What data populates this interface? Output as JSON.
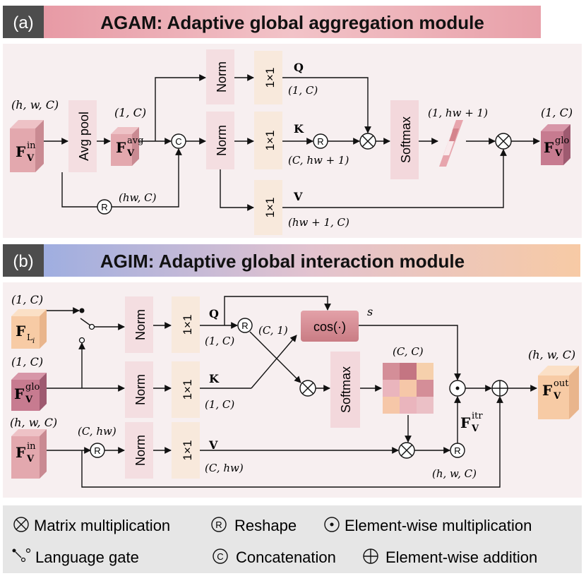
{
  "panel_a": {
    "tag": "(a)",
    "title": "AGAM: Adaptive global aggregation module",
    "input_dims": "(h, w, C)",
    "input_symbol": "F",
    "input_sub": "V",
    "input_sup": "in",
    "avgpool": "Avg pool",
    "avg_dims": "(1, C)",
    "avg_symbol": "F",
    "avg_sub": "V",
    "avg_sup": "avg",
    "concat": "C",
    "norm": "Norm",
    "conv": "1×1",
    "q_label": "Q",
    "q_dims": "(1, C)",
    "k_label": "K",
    "k_dims": "(C, hw + 1)",
    "v_label": "V",
    "v_dims": "(hw + 1, C)",
    "reshape": "R",
    "reshape_dims": "(hw, C)",
    "softmax": "Softmax",
    "attn_dims": "(1, hw + 1)",
    "out_dims": "(1, C)",
    "out_symbol": "F",
    "out_sub": "V",
    "out_sup": "glo"
  },
  "panel_b": {
    "tag": "(b)",
    "title": "AGIM: Adaptive global interaction module",
    "lang_dims": "(1, C)",
    "lang_symbol": "F",
    "lang_sub": "L",
    "lang_subsub": "i",
    "glo_dims": "(1, C)",
    "glo_symbol": "F",
    "glo_sub": "V",
    "glo_sup": "glo",
    "in_dims": "(h, w, C)",
    "in_symbol": "F",
    "in_sub": "V",
    "in_sup": "in",
    "norm": "Norm",
    "conv": "1×1",
    "q_label": "Q",
    "q_dims": "(1, C)",
    "k_label": "K",
    "k_dims": "(1, C)",
    "v_label": "V",
    "v_dims": "(C, hw)",
    "reshape": "R",
    "reshape_q_dims": "(C, 1)",
    "reshape_in_dims": "(C, hw)",
    "cos": "cos(·)",
    "s_label": "s",
    "softmax": "Softmax",
    "attn_dims": "(C, C)",
    "itr_symbol": "F",
    "itr_sub": "V",
    "itr_sup": "itr",
    "itr_dims": "(h, w, C)",
    "out_dims": "(h, w, C)",
    "out_symbol": "F",
    "out_sub": "V",
    "out_sup": "out"
  },
  "legend": {
    "matmul": "Matrix multiplication",
    "reshape": "Reshape",
    "reshape_symbol": "R",
    "elemmul": "Element-wise multiplication",
    "gate": "Language gate",
    "concat": "Concatenation",
    "concat_symbol": "C",
    "elemadd": "Element-wise addition"
  },
  "colors": {
    "panel_bg": "#f7eff0",
    "title_a": "#e9aeb6",
    "title_b_left": "#a9b4dc",
    "title_b_right": "#f6c9a9",
    "tag_bg": "#4d4d4d",
    "block_pink": "#f4dee1",
    "block_cream": "#f8e9dc",
    "softmax_fill": "#f3d8dc",
    "cos_fill": "#d98e96",
    "legend_bg": "#e6e6e6"
  }
}
